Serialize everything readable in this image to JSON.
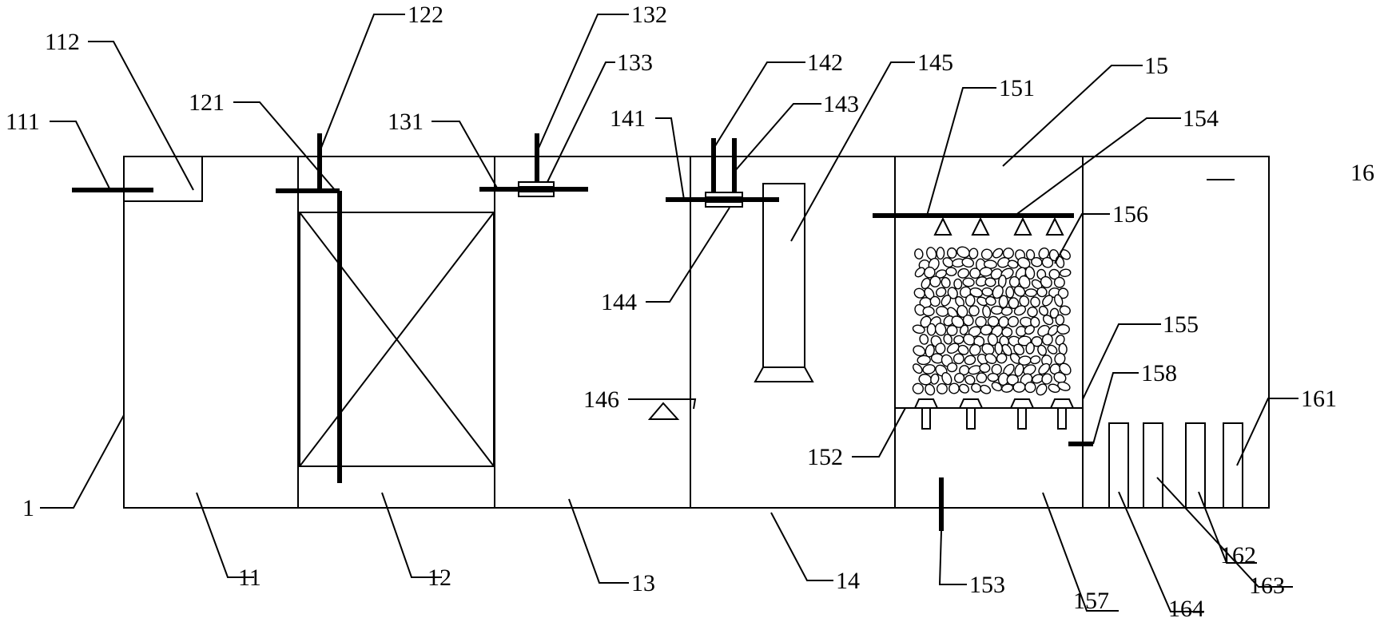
{
  "labels": {
    "l1": "1",
    "l11": "11",
    "l111": "111",
    "l112": "112",
    "l12": "12",
    "l121": "121",
    "l122": "122",
    "l13": "13",
    "l131": "131",
    "l132": "132",
    "l133": "133",
    "l14": "14",
    "l141": "141",
    "l142": "142",
    "l143": "143",
    "l144": "144",
    "l145": "145",
    "l146": "146",
    "l15": "15",
    "l151": "151",
    "l152": "152",
    "l153": "153",
    "l154": "154",
    "l155": "155",
    "l156": "156",
    "l157": "157",
    "l158": "158",
    "l16": "16",
    "l161": "161",
    "l162": "162",
    "l163": "163",
    "l164": "164"
  },
  "colors": {
    "line": "#000000",
    "background": "#ffffff"
  }
}
